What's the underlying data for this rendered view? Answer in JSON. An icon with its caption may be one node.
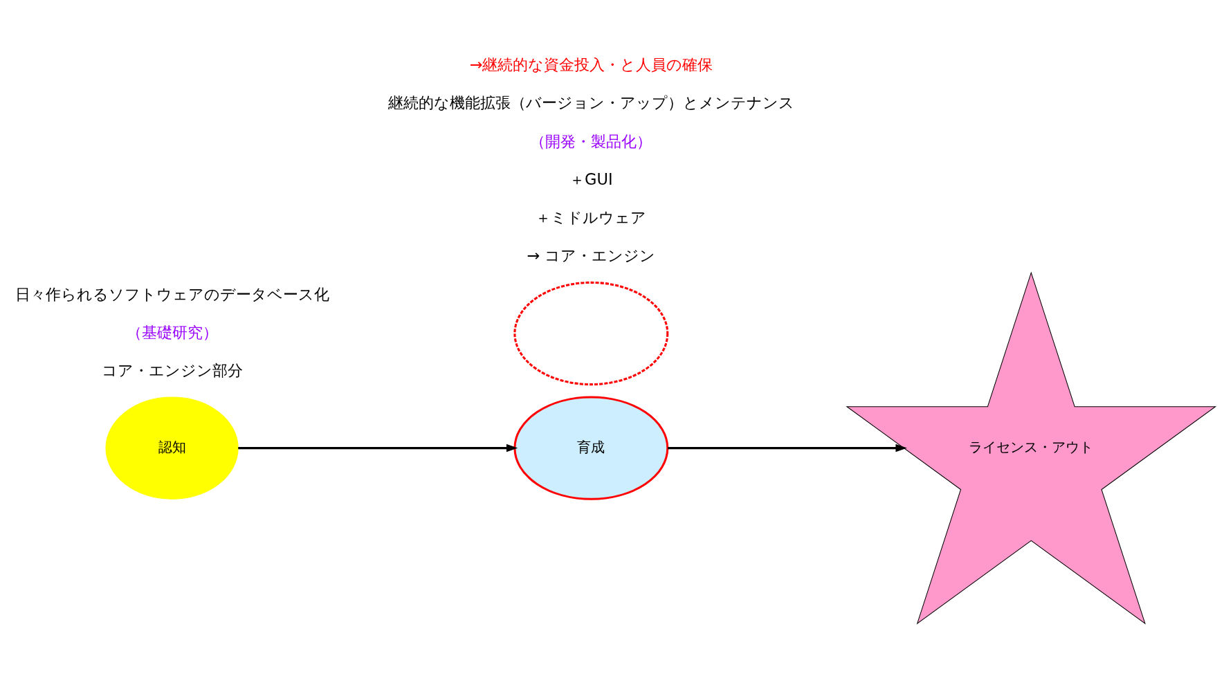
{
  "diagram": {
    "nodes": [
      {
        "text": [
          "認知"
        ]
      },
      {
        "text": [
          "育成"
        ]
      },
      {
        "text": [],
        "shape": "ellipse"
      },
      {
        "text": [
          "ライセンス・アウト"
        ]
      }
    ],
    "edges": [
      {
        "from": 0,
        "to": 1,
        "arrow": "to"
      },
      {
        "from": 1,
        "to": 3,
        "arrow": "to"
      }
    ],
    "labels": [
      "コア・エンジン部分",
      "（基礎研究）",
      "→ コア・エンジン",
      "＋ミドルウェア",
      "＋GUI",
      "（開発・製品化）",
      "日々作られるソフトウェアのデータベース化",
      "継続的な機能拡張（バージョン・アップ）とメンテナンス",
      "→継続的な資金投入・と人員の確保"
    ]
  }
}
